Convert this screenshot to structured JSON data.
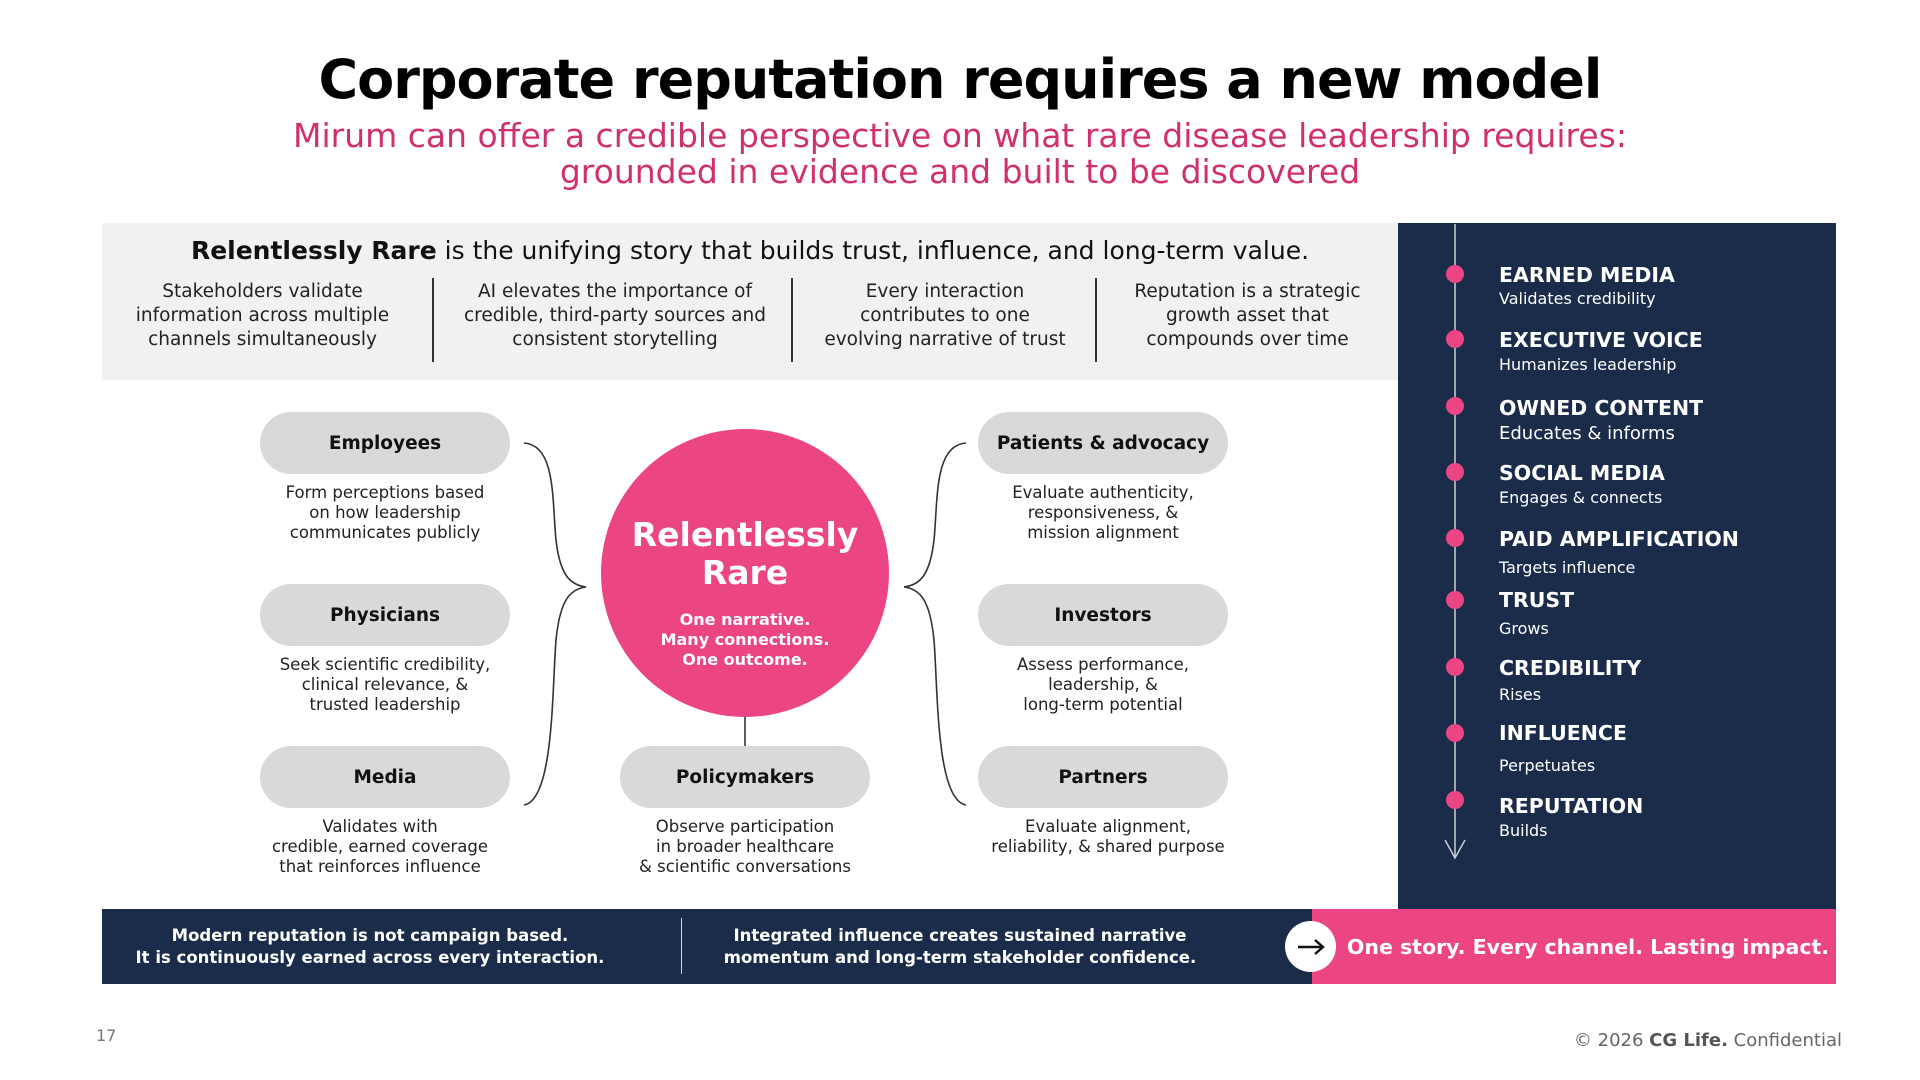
{
  "title": "Corporate reputation requires a new model",
  "subtitle_line1": "Mirum can offer a credible perspective on what rare disease leadership requires:",
  "subtitle_line2": "grounded in evidence and built to be discovered",
  "headline": {
    "bold": "Relentlessly Rare",
    "rest": " is the unifying story that builds trust, influence, and long-term value."
  },
  "pillars": [
    [
      "Stakeholders validate",
      "information across multiple",
      "channels simultaneously"
    ],
    [
      "AI elevates the importance of",
      "credible, third-party sources and",
      "consistent storytelling"
    ],
    [
      "Every interaction",
      "contributes to one",
      "evolving narrative of trust"
    ],
    [
      "Reputation is a strategic",
      "growth asset that",
      "compounds over time"
    ]
  ],
  "hub": {
    "title_line1": "Relentlessly",
    "title_line2": "Rare",
    "sub_line1": "One narrative.",
    "sub_line2": "Many connections.",
    "sub_line3": "One outcome."
  },
  "stakeholders": [
    {
      "label": "Employees",
      "desc": [
        "Form perceptions based",
        "on how leadership",
        "communicates publicly"
      ]
    },
    {
      "label": "Physicians",
      "desc": [
        "Seek scientific credibility,",
        "clinical relevance, &",
        "trusted leadership"
      ]
    },
    {
      "label": "Media",
      "desc": [
        "Validates with",
        "credible, earned coverage",
        "that reinforces influence"
      ]
    },
    {
      "label": "Patients & advocacy",
      "desc": [
        "Evaluate authenticity,",
        "responsiveness, &",
        "mission alignment"
      ]
    },
    {
      "label": "Investors",
      "desc": [
        "Assess performance,",
        "leadership, &",
        "long-term potential"
      ]
    },
    {
      "label": "Partners",
      "desc": [
        "Evaluate alignment,",
        "reliability, & shared purpose"
      ]
    },
    {
      "label": "Policymakers",
      "desc": [
        "Observe participation",
        "in broader healthcare",
        "& scientific conversations"
      ]
    }
  ],
  "pathway": [
    {
      "title": "EARNED MEDIA",
      "sub": "Validates credibility"
    },
    {
      "title": "EXECUTIVE VOICE",
      "sub": "Humanizes leadership"
    },
    {
      "title": "OWNED CONTENT",
      "sub": "Educates & informs"
    },
    {
      "title": "SOCIAL MEDIA",
      "sub": "Engages & connects"
    },
    {
      "title": "PAID AMPLIFICATION",
      "sub": "Targets influence"
    },
    {
      "title": "TRUST",
      "sub": "Grows"
    },
    {
      "title": "CREDIBILITY",
      "sub": "Rises"
    },
    {
      "title": "INFLUENCE",
      "sub": "Perpetuates"
    },
    {
      "title": "REPUTATION",
      "sub": "Builds"
    }
  ],
  "bottom": {
    "left_line1": "Modern reputation is not campaign based.",
    "left_line2": "It is continuously earned across every interaction.",
    "mid_line1": "Integrated influence creates sustained narrative",
    "mid_line2": "momentum and long-term stakeholder confidence.",
    "cta": "One story. Every channel. Lasting impact."
  },
  "page_number": "17",
  "footer": {
    "year": "© 2026",
    "company": "CG Life.",
    "confidential": "Confidential"
  },
  "colors": {
    "navy": "#1b2c4b",
    "pink": "#ec4583",
    "subtitle_pink": "#d1306f",
    "pill_gray": "#d9d9d9",
    "band_gray": "#f1f1f1"
  },
  "icons": {
    "arrow": "arrow-right-icon",
    "timeline_arrow": "arrow-down-icon"
  }
}
